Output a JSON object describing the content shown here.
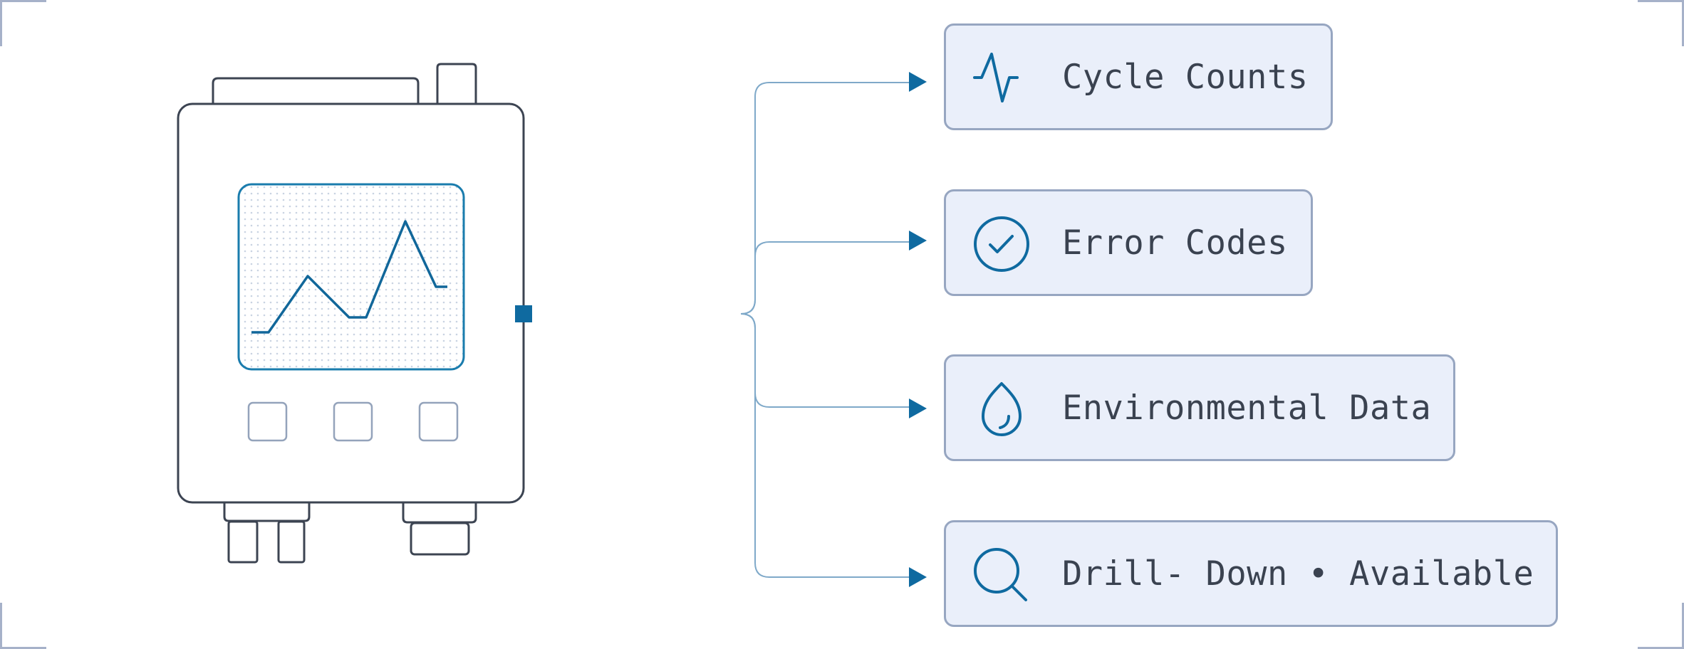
{
  "colors": {
    "accent": "#0f6aa0",
    "device_outline": "#3c4452",
    "card_fill": "#eaeffa",
    "card_border": "#97a6c1",
    "connector": "#7fa9c9"
  },
  "outputs": [
    {
      "label": "Cycle Counts",
      "icon": "pulse-icon"
    },
    {
      "label": "Error Codes",
      "icon": "check-circle-icon"
    },
    {
      "label": "Environmental Data",
      "icon": "water-drop-icon"
    },
    {
      "label": "Drill- Down • Available",
      "icon": "search-icon"
    }
  ]
}
